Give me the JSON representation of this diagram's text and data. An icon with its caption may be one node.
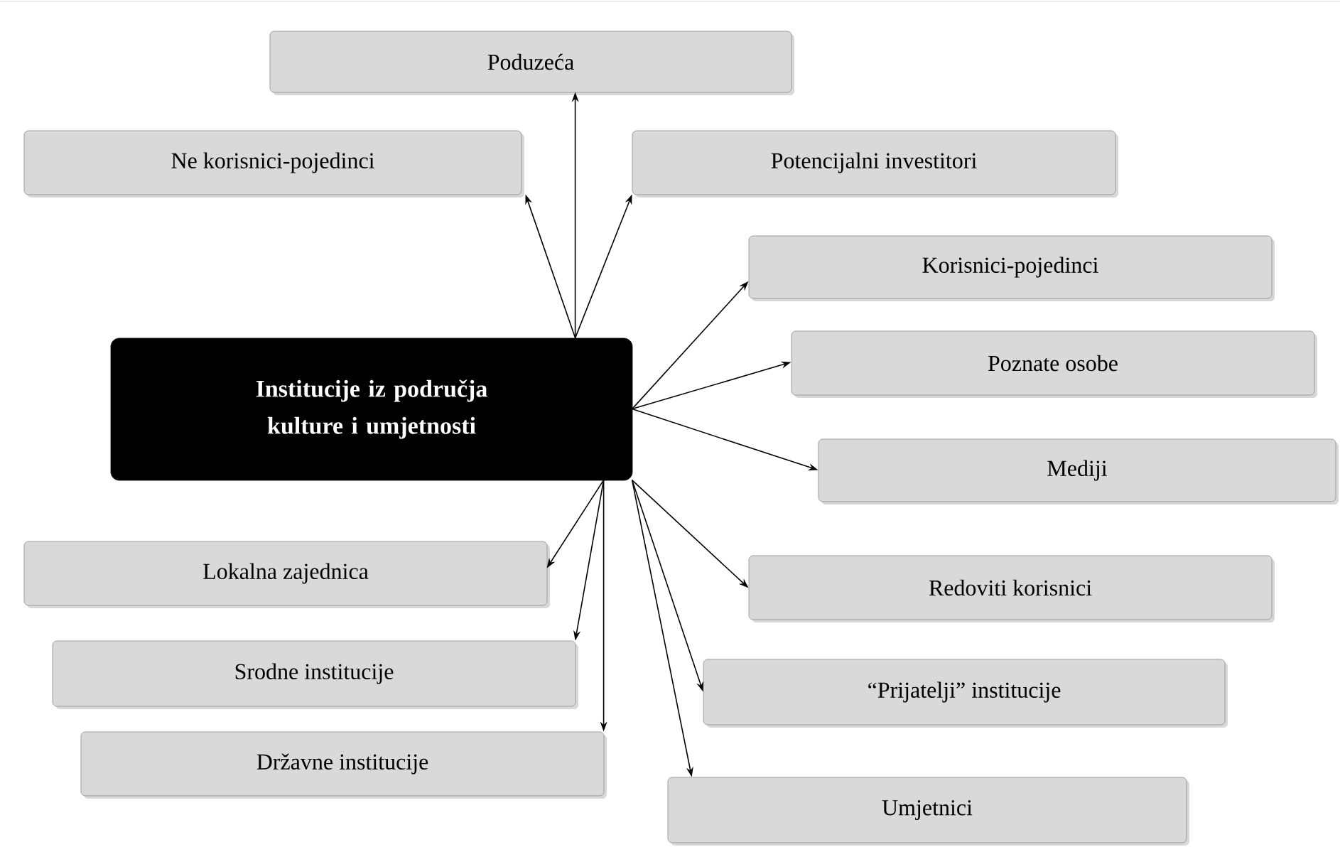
{
  "diagram": {
    "nodes": [
      {
        "text": [
          "Institucije iz područja kulture i umjetnosti"
        ]
      },
      {
        "text": [
          "Poduzeća"
        ]
      },
      {
        "text": [
          "Ne korisnici-pojedinci"
        ]
      },
      {
        "text": [
          "Potencijalni investitori"
        ]
      },
      {
        "text": [
          "Korisnici-pojedinci"
        ]
      },
      {
        "text": [
          "Poznate osobe"
        ]
      },
      {
        "text": [
          "Mediji"
        ]
      },
      {
        "text": [
          "Lokalna zajednica"
        ]
      },
      {
        "text": [
          "Redoviti korisnici"
        ]
      },
      {
        "text": [
          "Srodne institucije"
        ]
      },
      {
        "text": [
          "“Prijatelji” institucije"
        ]
      },
      {
        "text": [
          "Državne institucije"
        ]
      },
      {
        "text": [
          "Umjetnici"
        ]
      }
    ],
    "edges": [
      {
        "from": 0,
        "to": 1,
        "arrow": "to"
      },
      {
        "from": 0,
        "to": 2,
        "arrow": "to"
      },
      {
        "from": 0,
        "to": 3,
        "arrow": "to"
      },
      {
        "from": 0,
        "to": 4,
        "arrow": "to"
      },
      {
        "from": 0,
        "to": 5,
        "arrow": "to"
      },
      {
        "from": 0,
        "to": 6,
        "arrow": "to"
      },
      {
        "from": 0,
        "to": 7,
        "arrow": "to"
      },
      {
        "from": 0,
        "to": 8,
        "arrow": "to"
      },
      {
        "from": 0,
        "to": 9,
        "arrow": "to"
      },
      {
        "from": 0,
        "to": 10,
        "arrow": "to"
      },
      {
        "from": 0,
        "to": 11,
        "arrow": "to"
      },
      {
        "from": 0,
        "to": 12,
        "arrow": "to"
      }
    ]
  }
}
